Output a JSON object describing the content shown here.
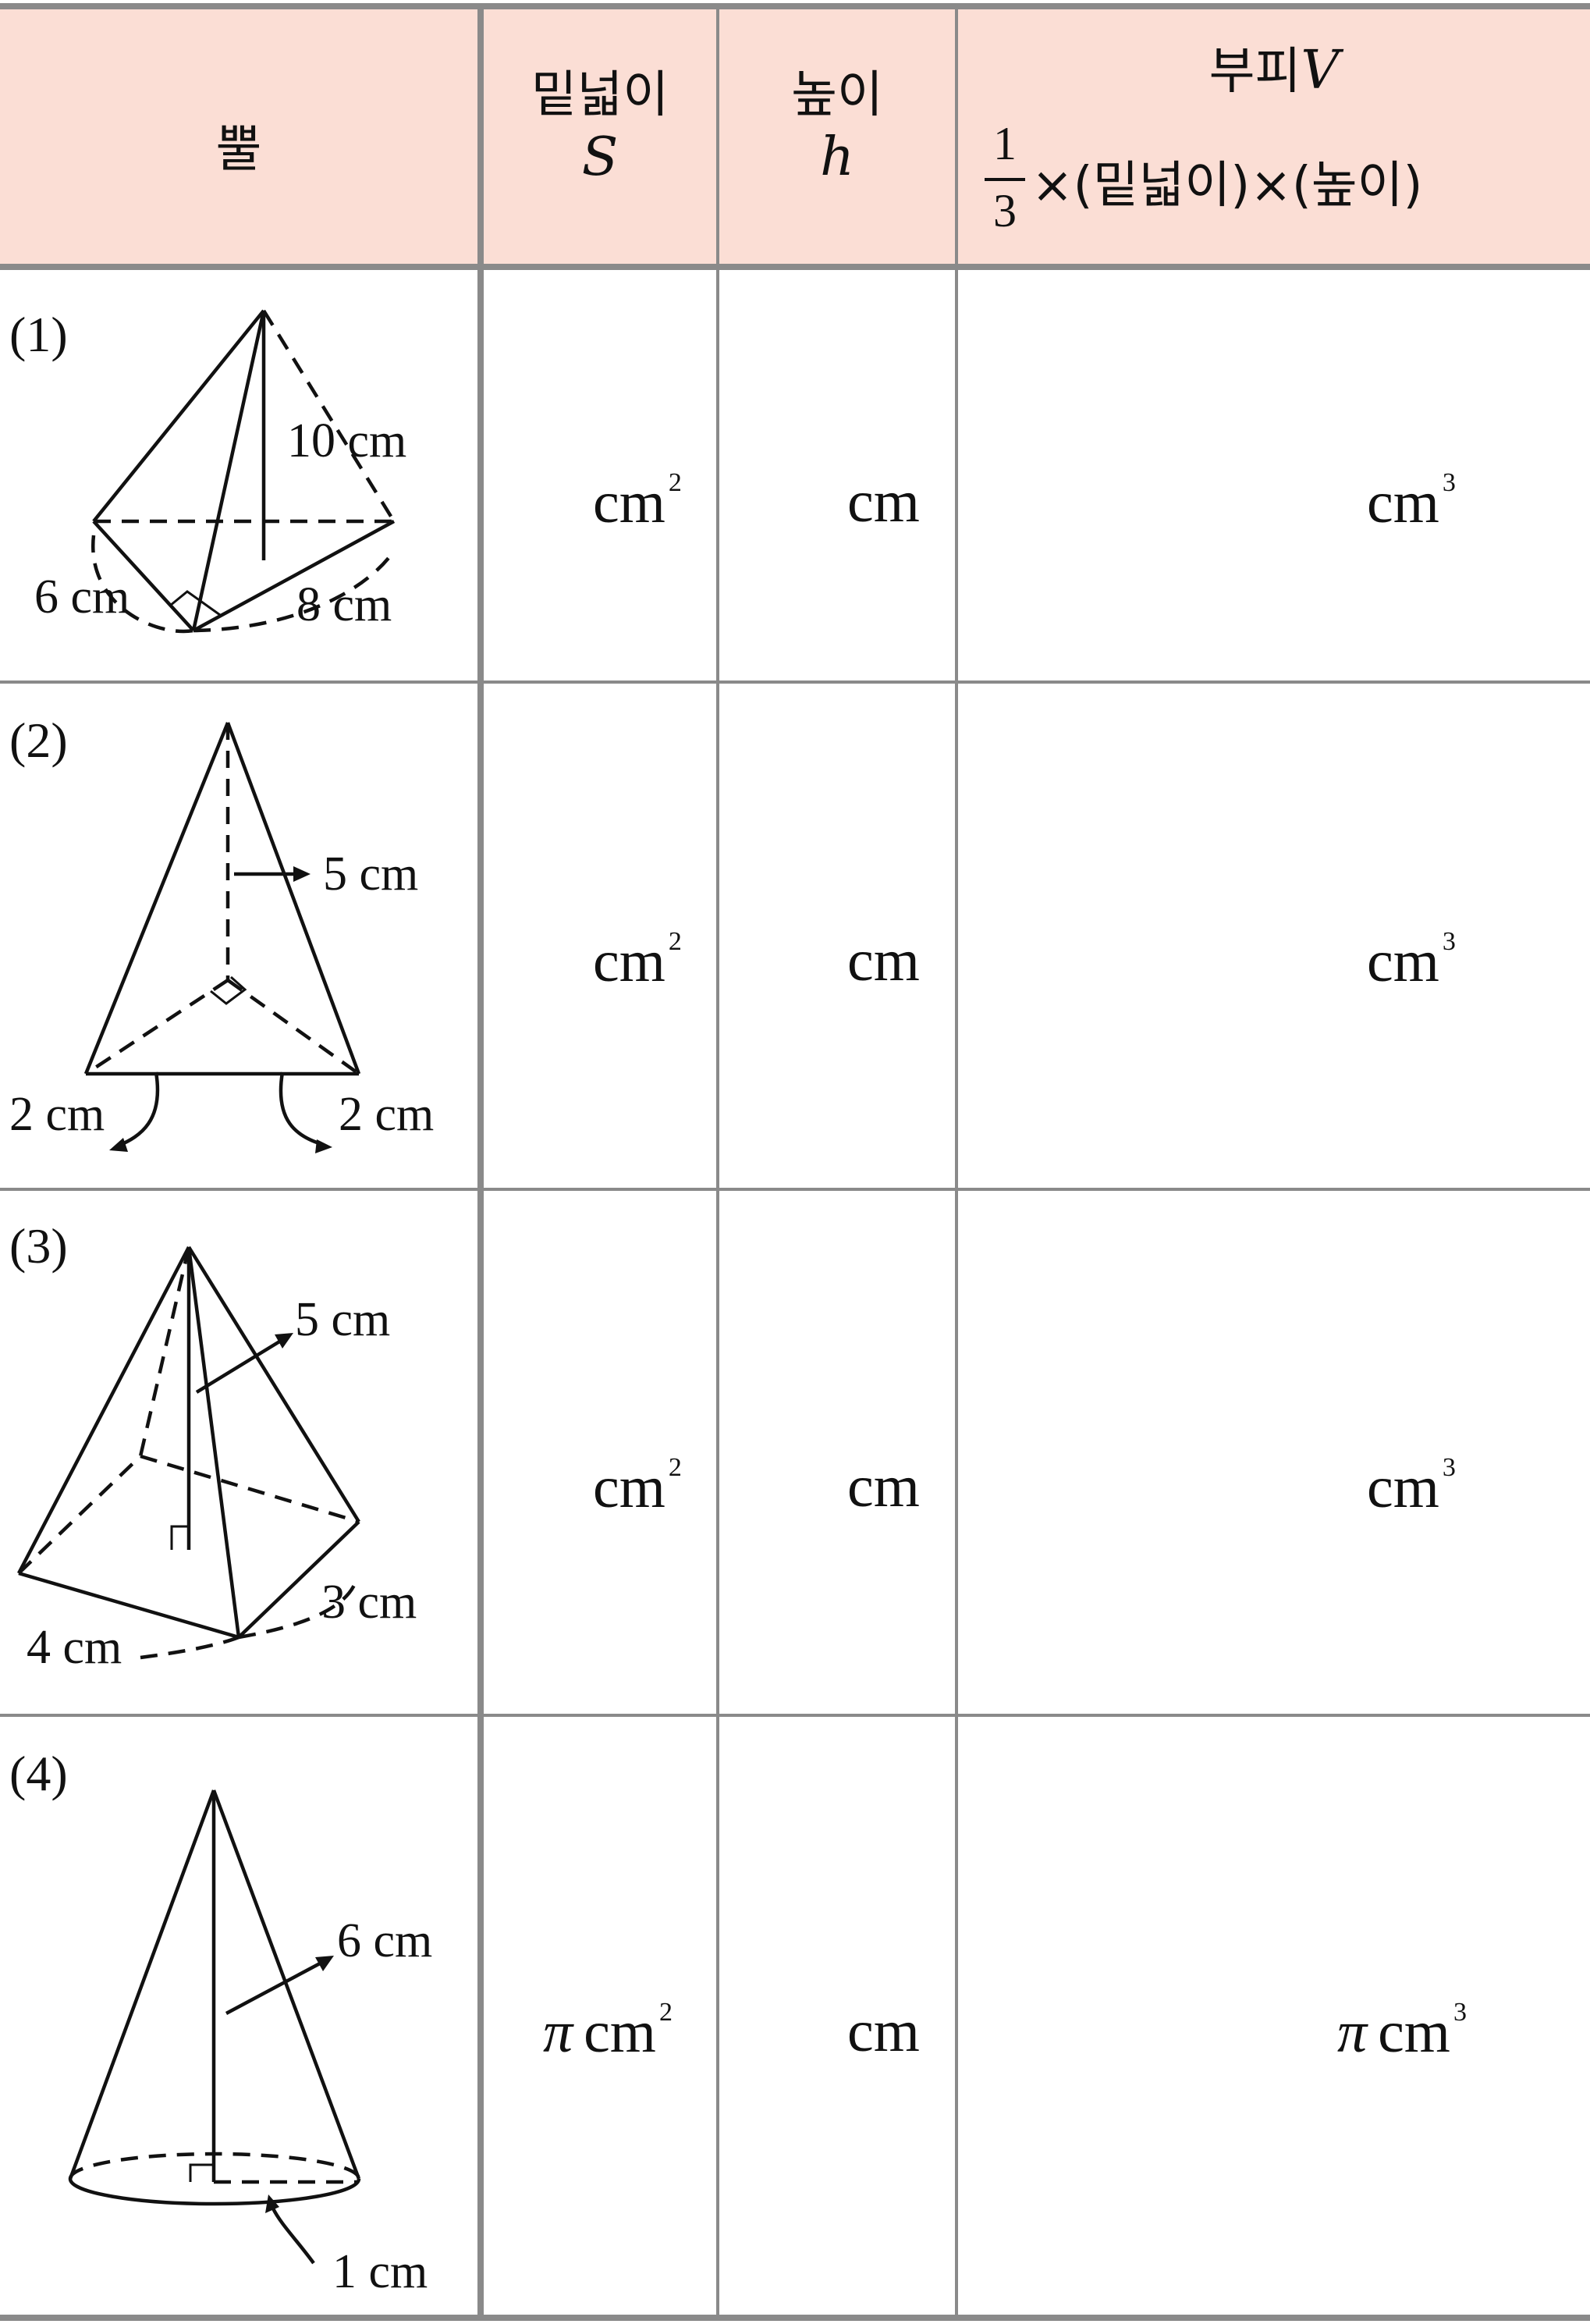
{
  "header": {
    "solid": "뿔",
    "base_area": "밑넓이",
    "base_area_symbol": "S",
    "height": "높이",
    "height_symbol": "h",
    "volume": "부피",
    "volume_symbol": "V",
    "frac_num": "1",
    "frac_den": "3",
    "formula": "×(밑넓이)×(높이)"
  },
  "units": {
    "area": "cm",
    "area_exp": "2",
    "length": "cm",
    "volume": "cm",
    "volume_exp": "3",
    "pi": "π"
  },
  "rows": [
    {
      "label": "(1)",
      "dims": [
        "10 cm",
        "6 cm",
        "8 cm"
      ]
    },
    {
      "label": "(2)",
      "dims": [
        "5 cm",
        "2 cm",
        "2 cm"
      ]
    },
    {
      "label": "(3)",
      "dims": [
        "5 cm",
        "4 cm",
        "3 cm"
      ]
    },
    {
      "label": "(4)",
      "dims": [
        "6 cm",
        "1 cm"
      ]
    }
  ]
}
